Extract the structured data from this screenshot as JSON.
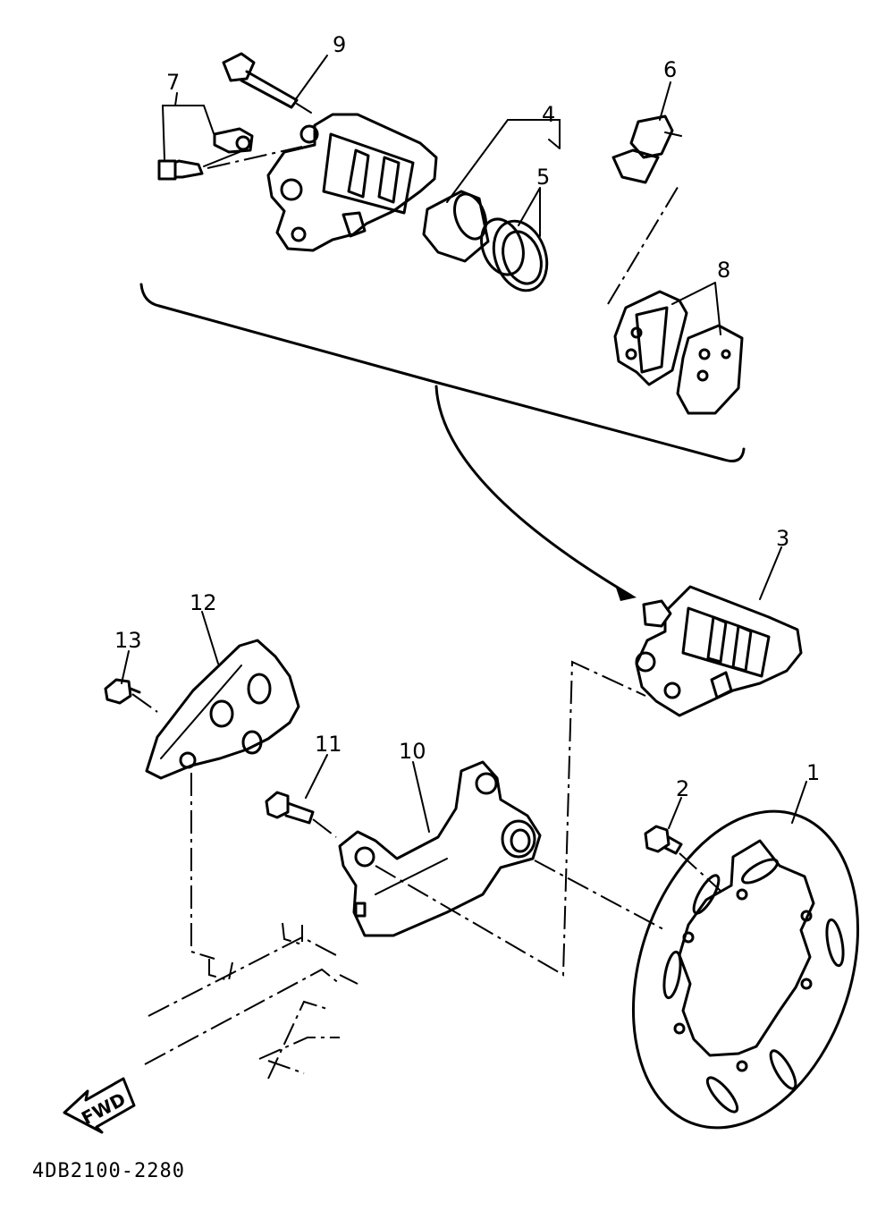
{
  "callouts": {
    "c1": "1",
    "c2": "2",
    "c3": "3",
    "c4": "4",
    "c5": "5",
    "c6": "6",
    "c7": "7",
    "c8": "8",
    "c9": "9",
    "c10": "10",
    "c11": "11",
    "c12": "12",
    "c13": "13"
  },
  "direction_label": "FWD",
  "diagram_code": "4DB2100-2280"
}
